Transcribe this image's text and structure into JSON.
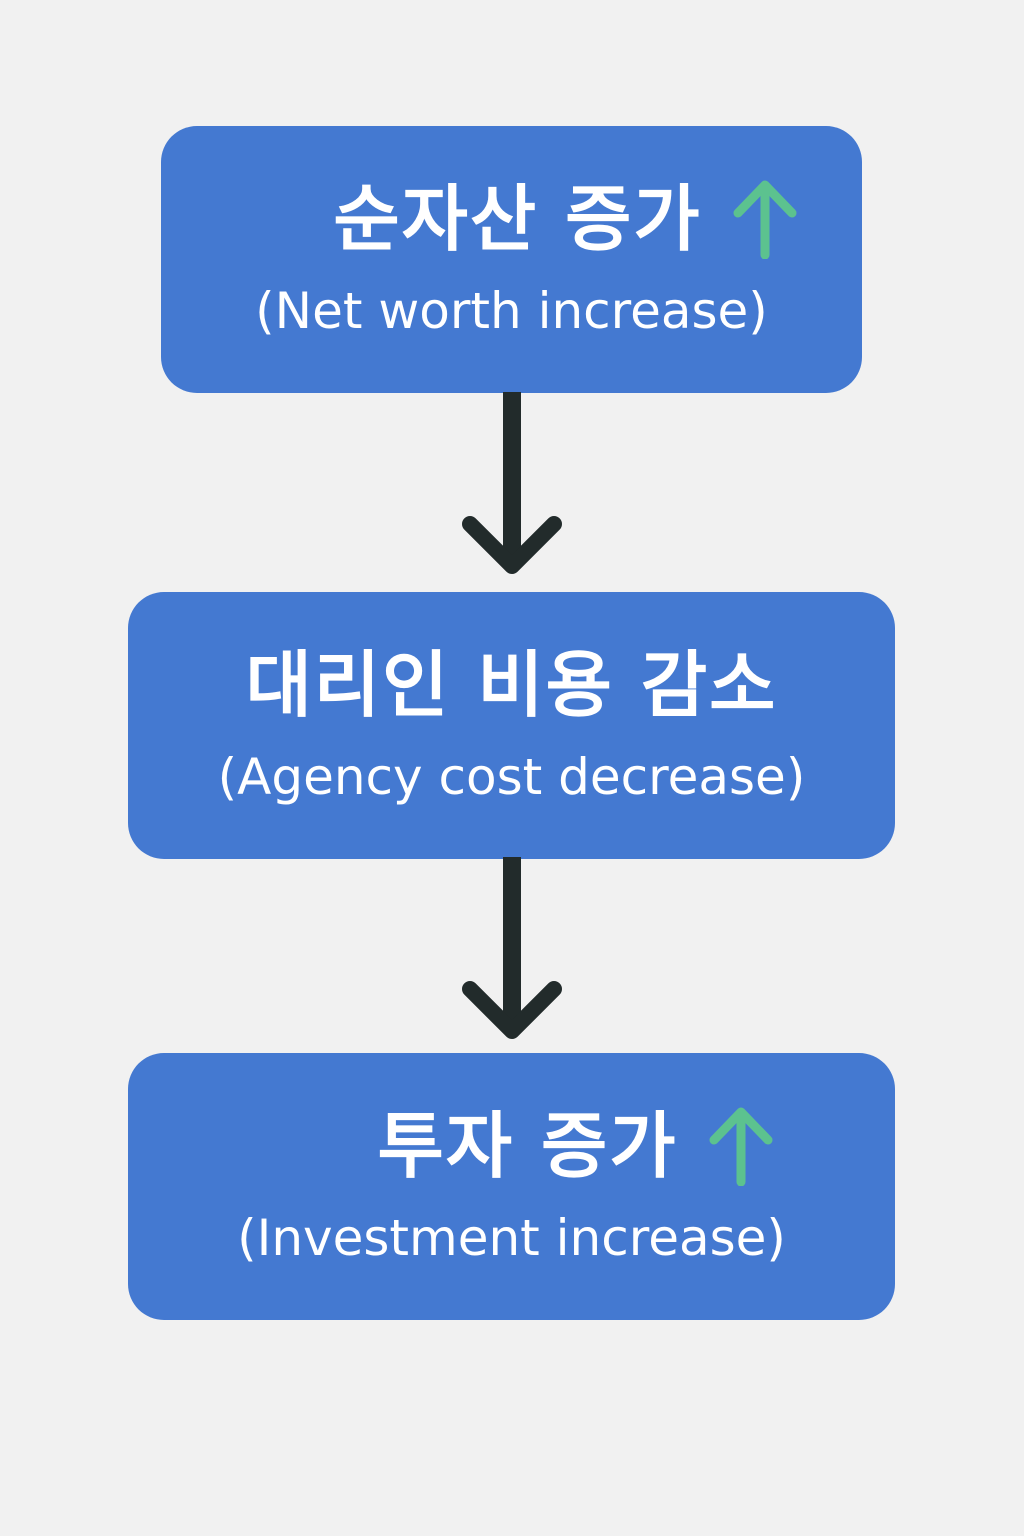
{
  "boxes": [
    {
      "title": "순자산 증가",
      "subtitle": "(Net worth increase)",
      "indicator_icon": "arrow-up-icon"
    },
    {
      "title": "대리인 비용 감소",
      "subtitle": "(Agency cost decrease)"
    },
    {
      "title": "투자 증가",
      "subtitle": "(Investment increase)",
      "indicator_icon": "arrow-up-icon"
    }
  ],
  "connectors": [
    "arrow-down-icon",
    "arrow-down-icon"
  ],
  "colors": {
    "background": "#f1f1f1",
    "box_fill": "#4479d1",
    "text": "#ffffff",
    "up_arrow": "#5cc28f",
    "connector": "#222b2b"
  }
}
